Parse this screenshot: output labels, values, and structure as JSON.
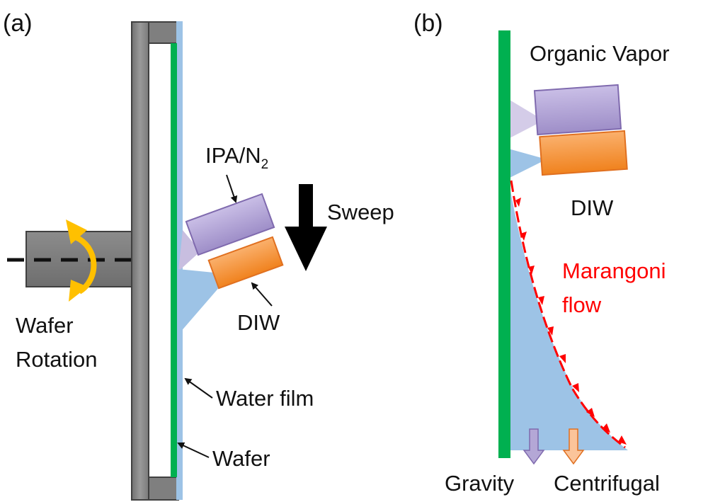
{
  "panels": {
    "a": {
      "label": "(a)",
      "ipa_label": "IPA/N",
      "ipa_subscript": "2",
      "sweep_label": "Sweep",
      "diw_label": "DIW",
      "rotation_label_line1": "Wafer",
      "rotation_label_line2": "Rotation",
      "water_film_label": "Water film",
      "wafer_label": "Wafer"
    },
    "b": {
      "label": "(b)",
      "vapor_label": "Organic Vapor",
      "diw_label": "DIW",
      "marangoni_line1": "Marangoni",
      "marangoni_line2": "flow",
      "gravity_label": "Gravity",
      "centrifugal_label": "Centrifugal"
    }
  },
  "colors": {
    "wafer": "#00B050",
    "water": "#9DC3E6",
    "holder": "#808080",
    "holder_dark": "#404040",
    "shaft": "#7F7F7F",
    "ipa_nozzle": "#B4A7D6",
    "diw_nozzle": "#F79646",
    "rotation_arrow": "#FFC000",
    "marangoni": "#FF0000",
    "sweep_arrow": "#000000"
  },
  "icons": {
    "rotation": "curved-double-arrow-icon",
    "sweep": "down-arrow-icon",
    "gravity": "down-arrow-outline-icon",
    "centrifugal": "down-arrow-outline-icon"
  }
}
